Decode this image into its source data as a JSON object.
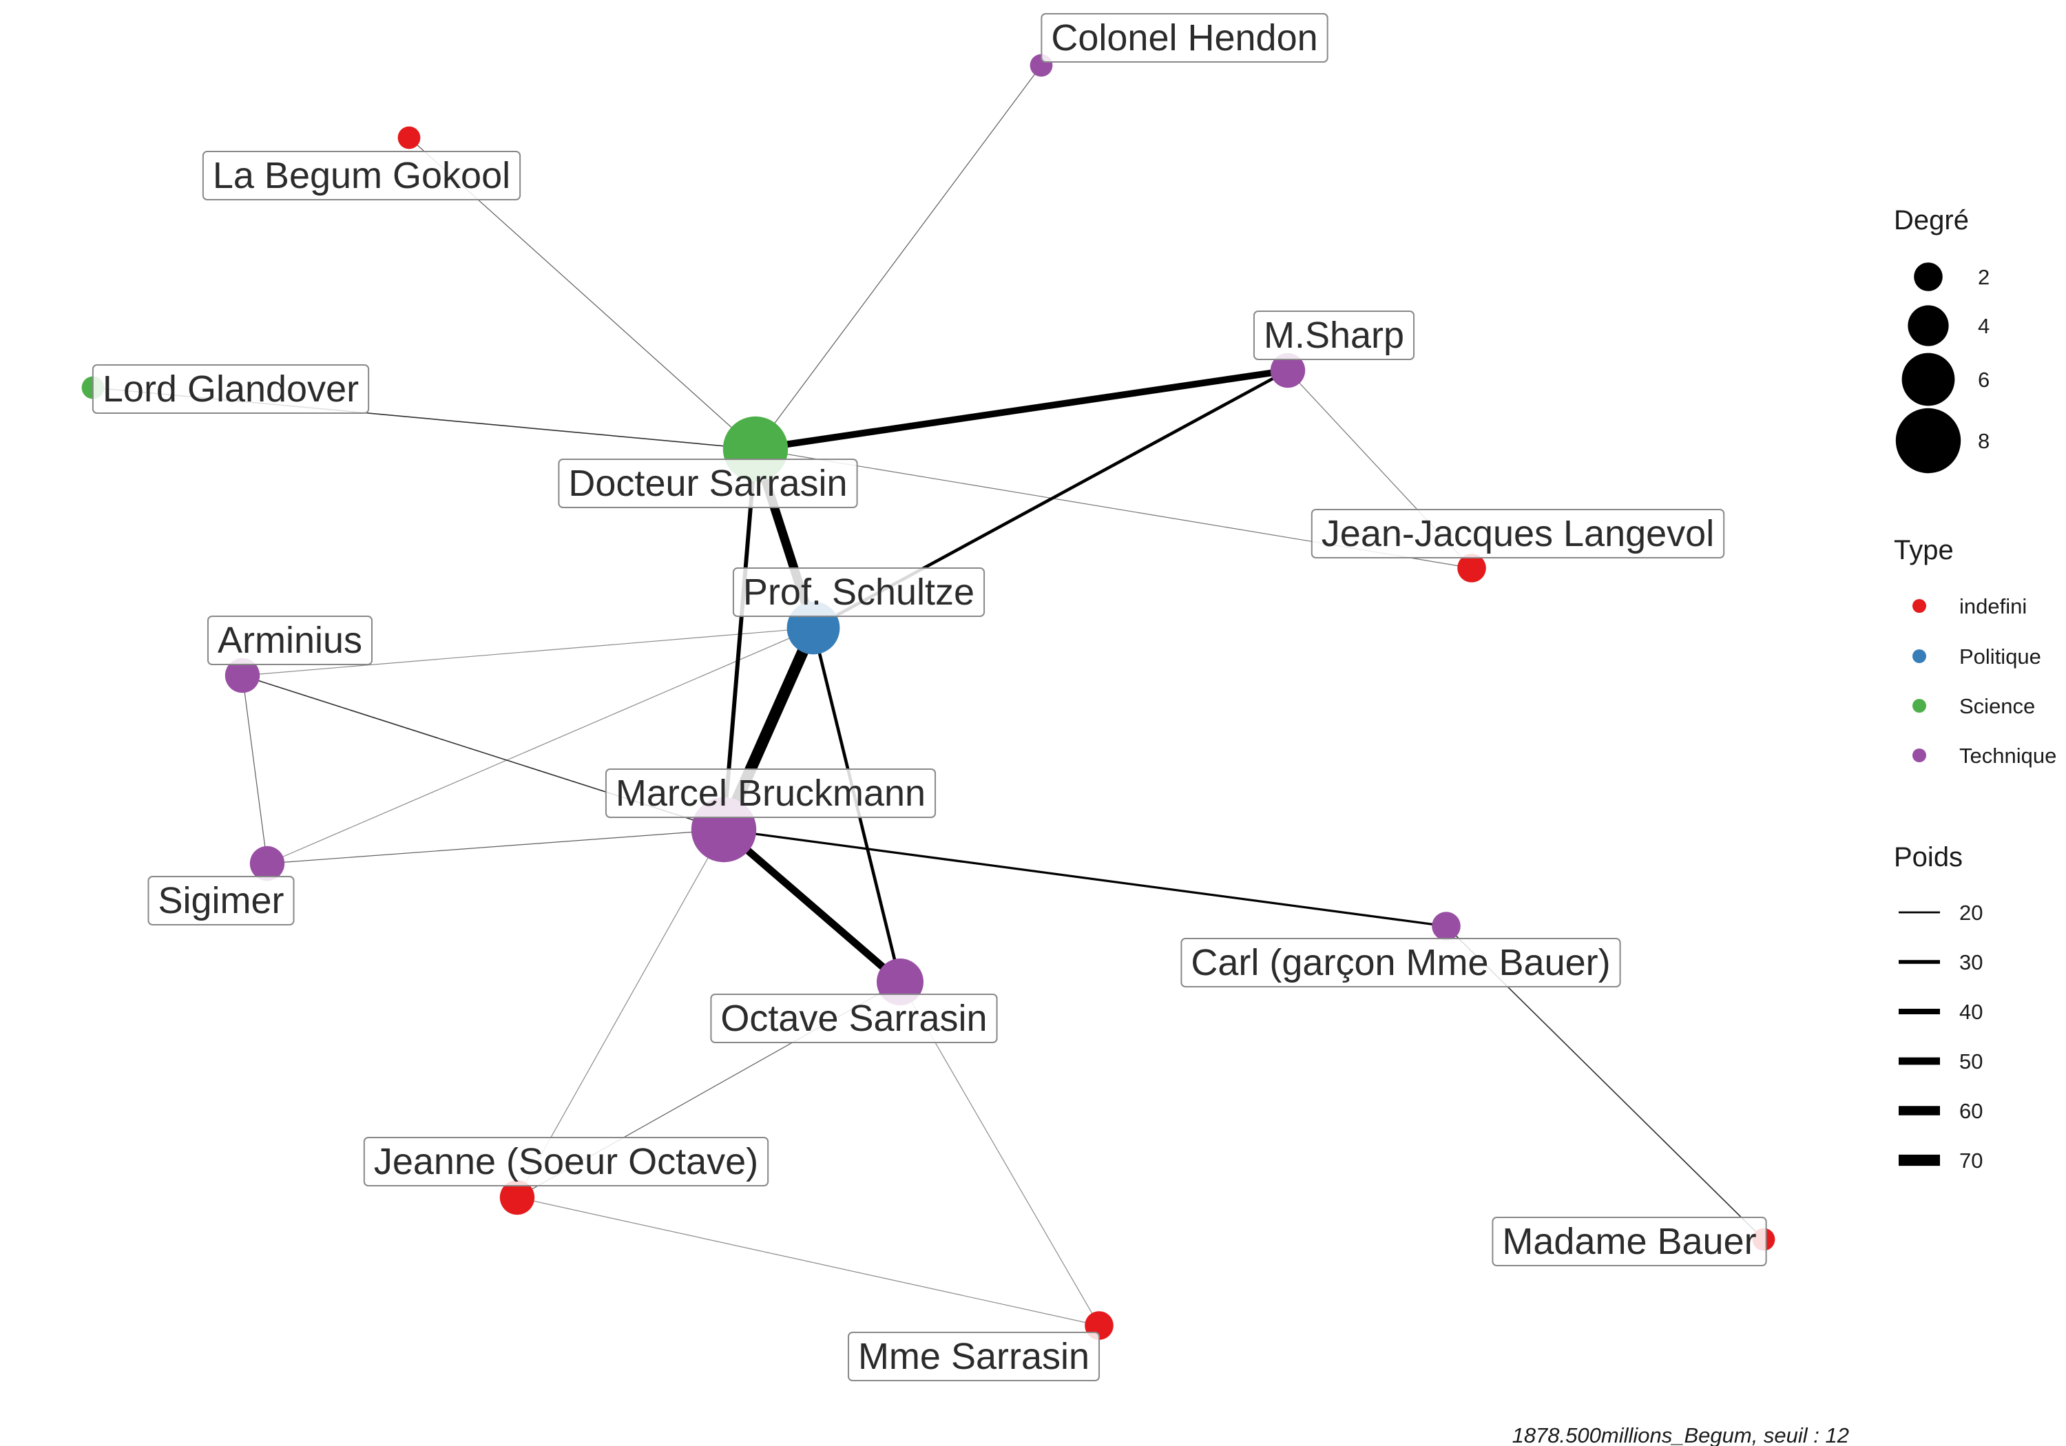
{
  "colors": {
    "indefini": "#e41a1c",
    "Politique": "#377eb8",
    "Science": "#4daf4a",
    "Technique": "#984ea3",
    "edge": "#000000",
    "label_border": "#888888"
  },
  "nodes": [
    {
      "id": "colonel_hendon",
      "label": "Colonel Hendon",
      "type": "Technique",
      "degree": 1
    },
    {
      "id": "la_begum",
      "label": "La Begum Gokool",
      "type": "indefini",
      "degree": 1
    },
    {
      "id": "m_sharp",
      "label": "M.Sharp",
      "type": "Technique",
      "degree": 3
    },
    {
      "id": "lord_glandover",
      "label": "Lord Glandover",
      "type": "Science",
      "degree": 1
    },
    {
      "id": "docteur_sarrasin",
      "label": "Docteur Sarrasin",
      "type": "Science",
      "degree": 8
    },
    {
      "id": "jean_jacques",
      "label": "Jean-Jacques Langevol",
      "type": "indefini",
      "degree": 2
    },
    {
      "id": "prof_schultze",
      "label": "Prof. Schultze",
      "type": "Politique",
      "degree": 6
    },
    {
      "id": "arminius",
      "label": "Arminius",
      "type": "Technique",
      "degree": 3
    },
    {
      "id": "marcel_bruckmann",
      "label": "Marcel Bruckmann",
      "type": "Technique",
      "degree": 8
    },
    {
      "id": "sigimer",
      "label": "Sigimer",
      "type": "Technique",
      "degree": 3
    },
    {
      "id": "carl",
      "label": "Carl (garçon Mme Bauer)",
      "type": "Technique",
      "degree": 2
    },
    {
      "id": "octave_sarrasin",
      "label": "Octave Sarrasin",
      "type": "Technique",
      "degree": 5
    },
    {
      "id": "jeanne",
      "label": "Jeanne (Soeur Octave)",
      "type": "indefini",
      "degree": 3
    },
    {
      "id": "madame_bauer",
      "label": "Madame Bauer",
      "type": "indefini",
      "degree": 1
    },
    {
      "id": "mme_sarrasin",
      "label": "Mme Sarrasin",
      "type": "indefini",
      "degree": 2
    }
  ],
  "edges": [
    {
      "source": "docteur_sarrasin",
      "target": "colonel_hendon",
      "weight": 14
    },
    {
      "source": "docteur_sarrasin",
      "target": "la_begum",
      "weight": 14
    },
    {
      "source": "docteur_sarrasin",
      "target": "lord_glandover",
      "weight": 16
    },
    {
      "source": "docteur_sarrasin",
      "target": "m_sharp",
      "weight": 46
    },
    {
      "source": "docteur_sarrasin",
      "target": "jean_jacques",
      "weight": 13
    },
    {
      "source": "docteur_sarrasin",
      "target": "prof_schultze",
      "weight": 58
    },
    {
      "source": "docteur_sarrasin",
      "target": "marcel_bruckmann",
      "weight": 32
    },
    {
      "source": "m_sharp",
      "target": "prof_schultze",
      "weight": 27
    },
    {
      "source": "m_sharp",
      "target": "jean_jacques",
      "weight": 13
    },
    {
      "source": "prof_schultze",
      "target": "marcel_bruckmann",
      "weight": 72
    },
    {
      "source": "prof_schultze",
      "target": "octave_sarrasin",
      "weight": 27
    },
    {
      "source": "prof_schultze",
      "target": "arminius",
      "weight": 12
    },
    {
      "source": "prof_schultze",
      "target": "sigimer",
      "weight": 12
    },
    {
      "source": "arminius",
      "target": "sigimer",
      "weight": 14
    },
    {
      "source": "arminius",
      "target": "marcel_bruckmann",
      "weight": 16
    },
    {
      "source": "sigimer",
      "target": "marcel_bruckmann",
      "weight": 14
    },
    {
      "source": "marcel_bruckmann",
      "target": "octave_sarrasin",
      "weight": 50
    },
    {
      "source": "marcel_bruckmann",
      "target": "carl",
      "weight": 22
    },
    {
      "source": "marcel_bruckmann",
      "target": "jeanne",
      "weight": 12
    },
    {
      "source": "carl",
      "target": "madame_bauer",
      "weight": 16
    },
    {
      "source": "octave_sarrasin",
      "target": "jeanne",
      "weight": 14
    },
    {
      "source": "octave_sarrasin",
      "target": "mme_sarrasin",
      "weight": 12
    },
    {
      "source": "jeanne",
      "target": "mme_sarrasin",
      "weight": 12
    }
  ],
  "legend": {
    "degree": {
      "title": "Degré",
      "values": [
        2,
        4,
        6,
        8
      ],
      "labels": [
        "2",
        "4",
        "6",
        "8"
      ]
    },
    "type": {
      "title": "Type",
      "items": [
        "indefini",
        "Politique",
        "Science",
        "Technique"
      ]
    },
    "weight": {
      "title": "Poids",
      "values": [
        20,
        30,
        40,
        50,
        60,
        70
      ],
      "labels": [
        "20",
        "30",
        "40",
        "50",
        "60",
        "70"
      ]
    }
  },
  "caption": "1878.500millions_Begum, seuil : 12"
}
